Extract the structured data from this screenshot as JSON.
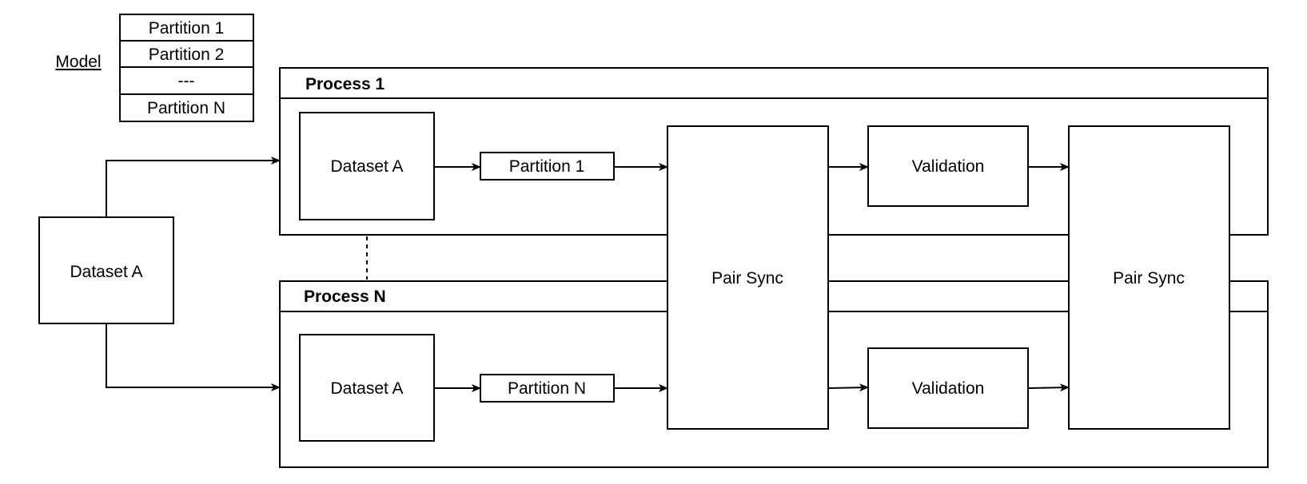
{
  "model": {
    "label": "Model",
    "rows": [
      "Partition 1",
      "Partition 2",
      "---",
      "Partition N"
    ]
  },
  "source": {
    "label": "Dataset A"
  },
  "process_top": {
    "title": "Process 1",
    "dataset": "Dataset A",
    "partition": "Partition 1",
    "validation": "Validation"
  },
  "process_bottom": {
    "title": "Process N",
    "dataset": "Dataset A",
    "partition": "Partition N",
    "validation": "Validation"
  },
  "pair_sync_1": {
    "label": "Pair Sync"
  },
  "pair_sync_2": {
    "label": "Pair Sync"
  }
}
